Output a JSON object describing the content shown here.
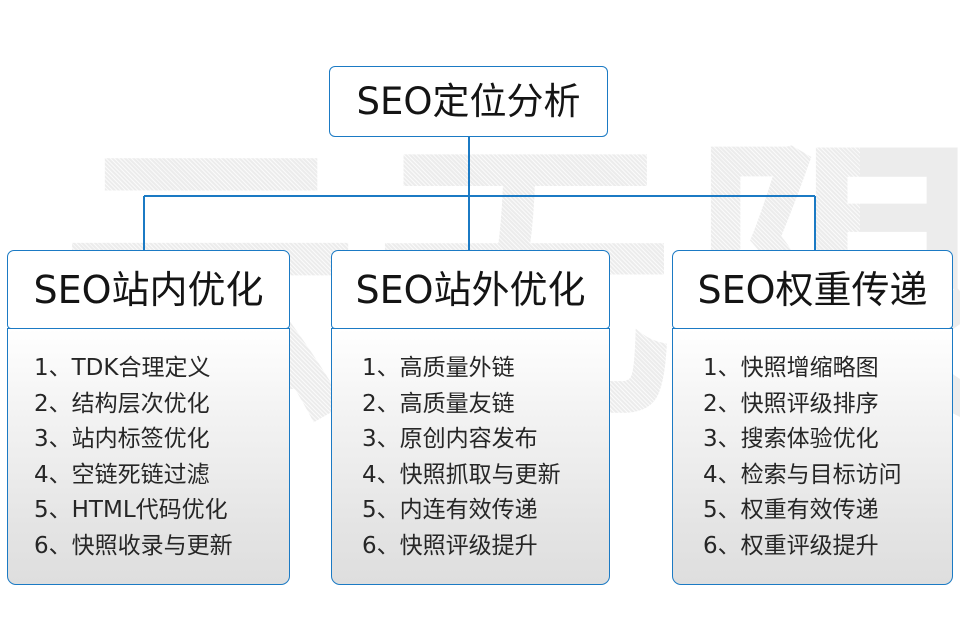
{
  "diagram": {
    "watermark_text": "云无限",
    "accent_color": "#1b7ac4",
    "text_color": "#141414",
    "root": {
      "label": "SEO定位分析"
    },
    "branches": [
      {
        "id": "seo-on-site-optimization",
        "label": "SEO站内优化",
        "items": [
          "1、TDK合理定义",
          "2、结构层次优化",
          "3、站内标签优化",
          "4、空链死链过滤",
          "5、HTML代码优化",
          "6、快照收录与更新"
        ]
      },
      {
        "id": "seo-off-site-optimization",
        "label": "SEO站外优化",
        "items": [
          "1、高质量外链",
          "2、高质量友链",
          "3、原创内容发布",
          "4、快照抓取与更新",
          "5、内连有效传递",
          "6、快照评级提升"
        ]
      },
      {
        "id": "seo-weight-transfer",
        "label": "SEO权重传递",
        "items": [
          "1、快照增缩略图",
          "2、快照评级排序",
          "3、搜索体验优化",
          "4、检索与目标访问",
          "5、权重有效传递",
          "6、权重评级提升"
        ]
      }
    ]
  }
}
